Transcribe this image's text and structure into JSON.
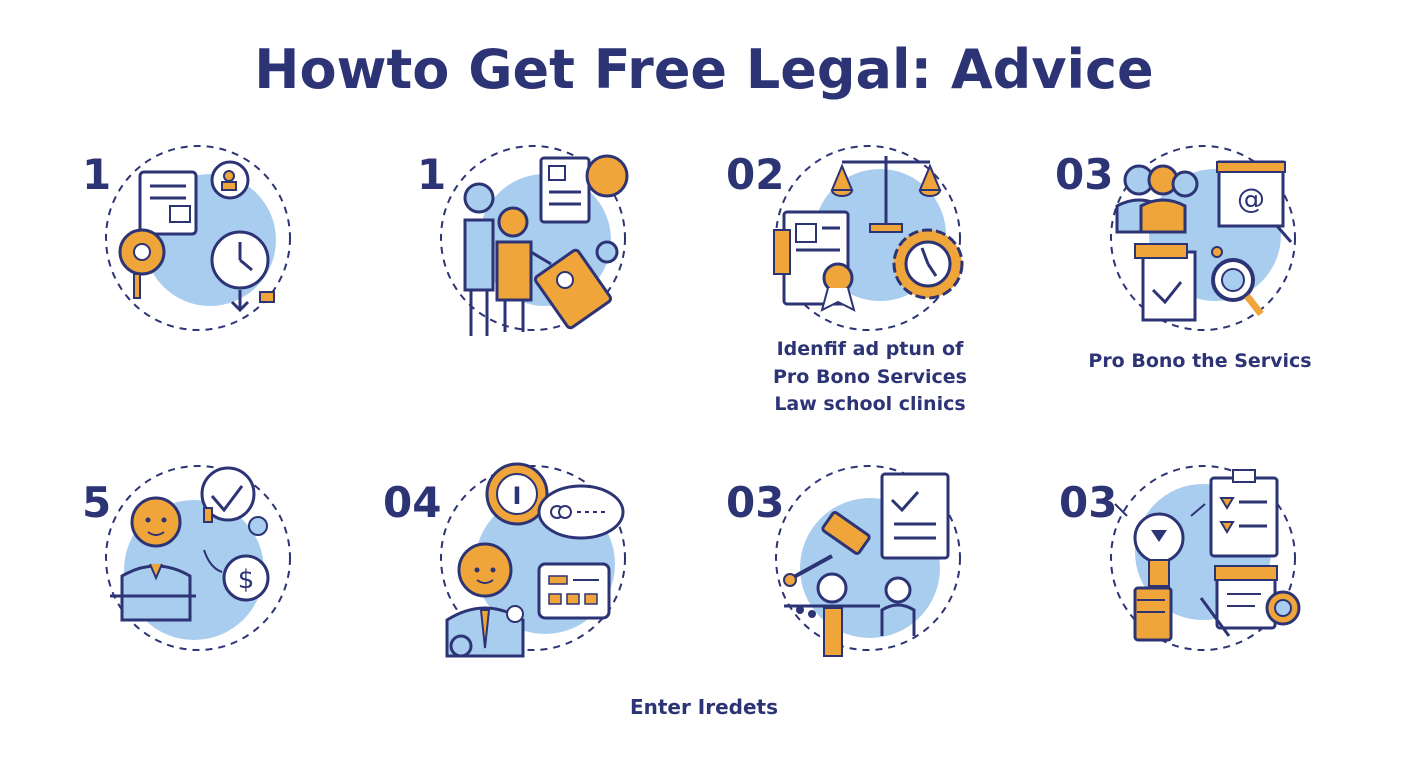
{
  "title": "Howto Get Free Legal: Advice",
  "colors": {
    "navy": "#2c3475",
    "blue_circle": "#a9cdee",
    "orange": "#f0a53a",
    "line": "#2c3475"
  },
  "steps": [
    {
      "number": "1",
      "icon": "documents-gear-clock-icon",
      "caption": []
    },
    {
      "number": "1",
      "icon": "people-consultation-icon",
      "caption": []
    },
    {
      "number": "02",
      "icon": "scales-gear-document-icon",
      "caption": [
        "Idenfif ad ptun of",
        "Pro Bono Services",
        "Law school clinics"
      ]
    },
    {
      "number": "03",
      "icon": "team-email-search-icon",
      "caption": [
        "Pro Bono the Servics"
      ]
    },
    {
      "number": "5",
      "icon": "advisor-money-icon",
      "caption": []
    },
    {
      "number": "04",
      "icon": "lawyer-chat-icon",
      "caption": []
    },
    {
      "number": "03",
      "icon": "gavel-document-court-icon",
      "caption": []
    },
    {
      "number": "03",
      "icon": "checklist-bulb-icon",
      "caption": []
    }
  ],
  "footer": "Enter Iredets"
}
